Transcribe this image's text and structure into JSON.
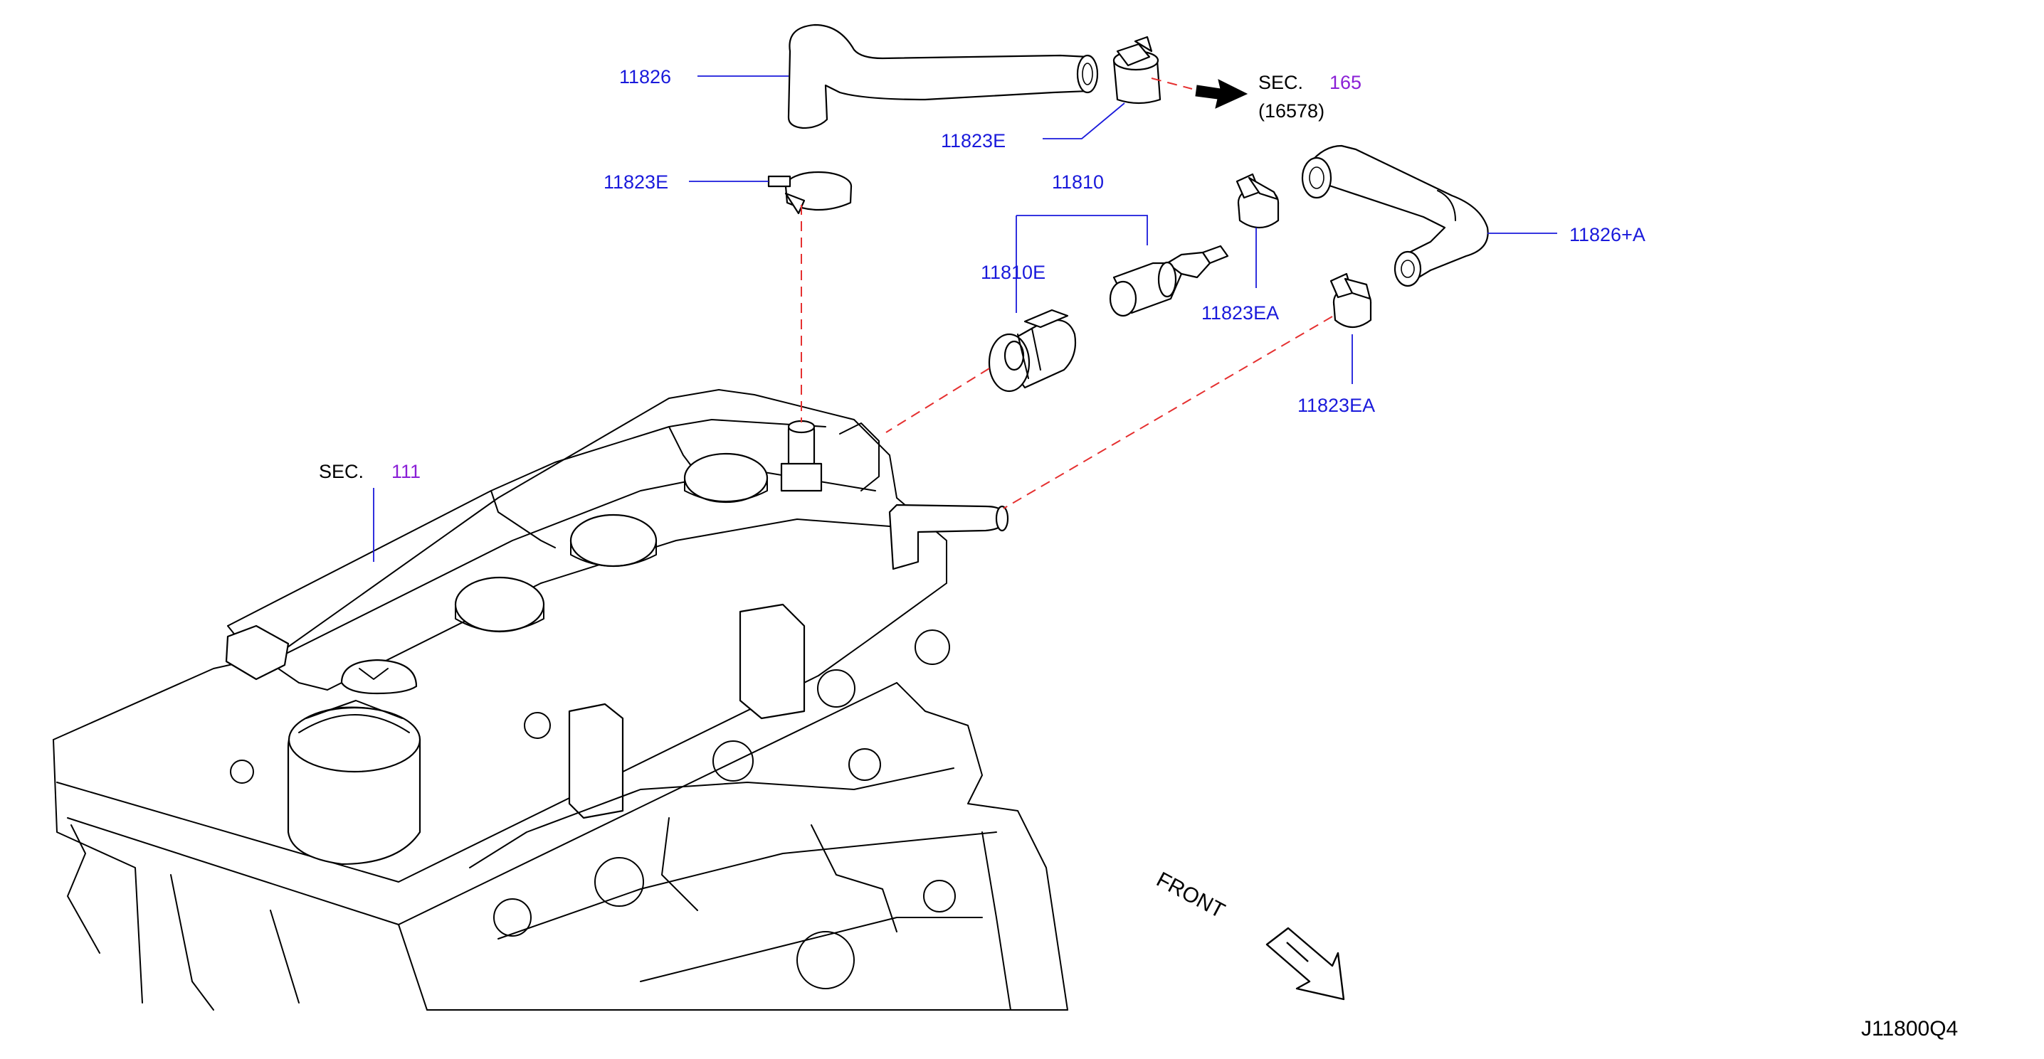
{
  "labels": {
    "hose_upper": "11826",
    "clamp_upper_right": "11823E",
    "clamp_left": "11823E",
    "valve_assembly": "11810",
    "grommet": "11810E",
    "hose_right": "11826+A",
    "clamp_right_a": "11823EA",
    "clamp_right_b": "11823EA"
  },
  "section_refs": {
    "sec165": {
      "prefix": "SEC.",
      "number": "165",
      "sub": "(16578)"
    },
    "sec111": {
      "prefix": "SEC.",
      "number": "111"
    }
  },
  "front_label": "FRONT",
  "diagram_code": "J11800Q4",
  "colors": {
    "part_label": "#1a1adb",
    "section_number": "#8a1fd6",
    "dashed_guide": "#e53030",
    "line_art": "#000000"
  }
}
